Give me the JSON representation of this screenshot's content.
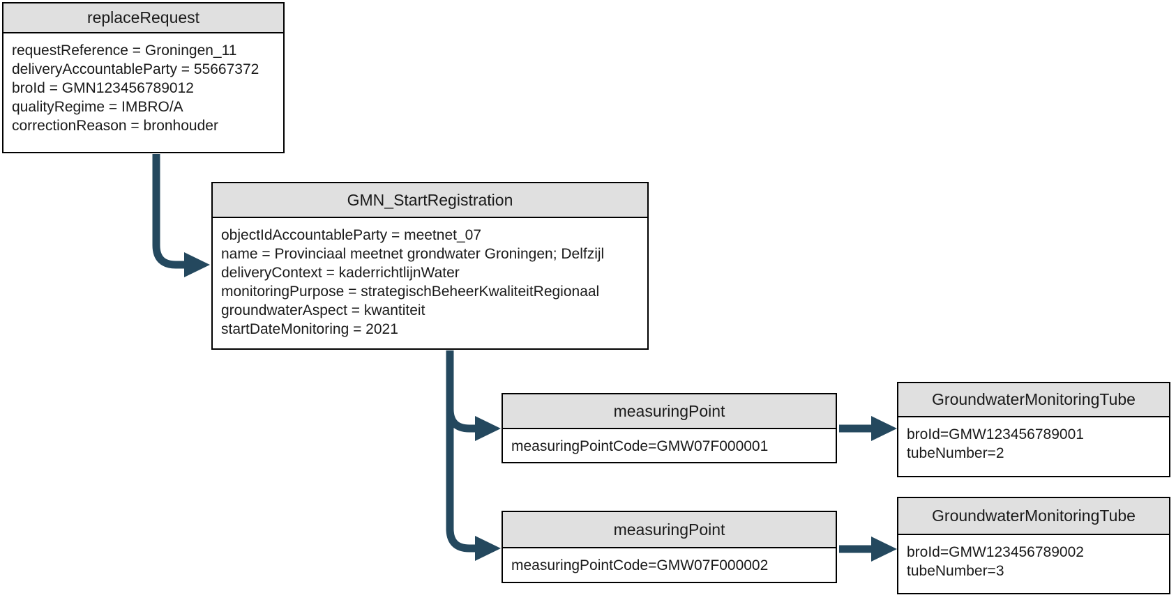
{
  "diagram": {
    "colors": {
      "arrow": "#24485e",
      "header_fill": "#e0e0e0",
      "border": "#000000",
      "background": "#ffffff"
    },
    "nodes": [
      {
        "id": "replaceRequest",
        "title": "replaceRequest",
        "lines": [
          "requestReference = Groningen_11",
          "deliveryAccountableParty = 55667372",
          "broId = GMN123456789012",
          "qualityRegime = IMBRO/A",
          "correctionReason = bronhouder"
        ]
      },
      {
        "id": "GMN_StartRegistration",
        "title": "GMN_StartRegistration",
        "lines": [
          "objectIdAccountableParty = meetnet_07",
          "name = Provinciaal meetnet grondwater Groningen; Delfzijl",
          "deliveryContext = kaderrichtlijnWater",
          "monitoringPurpose = strategischBeheerKwaliteitRegionaal",
          "groundwaterAspect = kwantiteit",
          "startDateMonitoring = 2021"
        ]
      },
      {
        "id": "measuringPoint1",
        "title": "measuringPoint",
        "lines": [
          "measuringPointCode=GMW07F000001"
        ]
      },
      {
        "id": "measuringPoint2",
        "title": "measuringPoint",
        "lines": [
          "measuringPointCode=GMW07F000002"
        ]
      },
      {
        "id": "GroundwaterMonitoringTube1",
        "title": "GroundwaterMonitoringTube",
        "lines": [
          "broId=GMW123456789001",
          "tubeNumber=2"
        ]
      },
      {
        "id": "GroundwaterMonitoringTube2",
        "title": "GroundwaterMonitoringTube",
        "lines": [
          "broId=GMW123456789002",
          "tubeNumber=3"
        ]
      }
    ],
    "edges": [
      {
        "from": "replaceRequest",
        "to": "GMN_StartRegistration"
      },
      {
        "from": "GMN_StartRegistration",
        "to": "measuringPoint1"
      },
      {
        "from": "GMN_StartRegistration",
        "to": "measuringPoint2"
      },
      {
        "from": "measuringPoint1",
        "to": "GroundwaterMonitoringTube1"
      },
      {
        "from": "measuringPoint2",
        "to": "GroundwaterMonitoringTube2"
      }
    ]
  }
}
